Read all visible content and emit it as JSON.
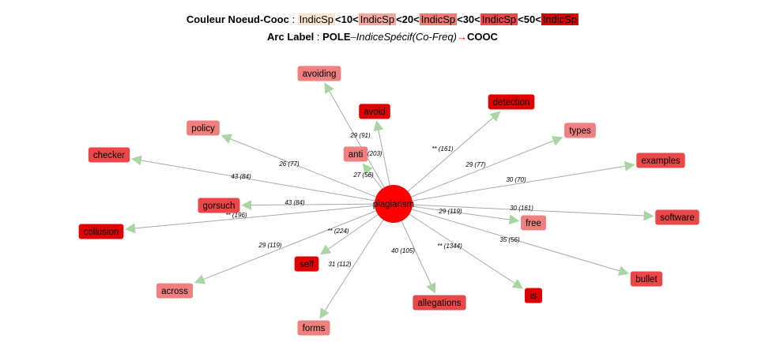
{
  "legend": {
    "line1": {
      "prefix": "Couleur Noeud-Cooc",
      "sep": " : ",
      "swatches": [
        {
          "label": "IndicSp",
          "color": "#fde6cf"
        },
        {
          "label": "IndicSp",
          "color": "#f4a9a0"
        },
        {
          "label": "IndicSp",
          "color": "#ee7c72"
        },
        {
          "label": "IndicSp",
          "color": "#ea4848"
        },
        {
          "label": "IndicSp",
          "color": "#e00000"
        }
      ],
      "thresholds": [
        "<10<",
        "<20<",
        "<30<",
        "<50<"
      ]
    },
    "line2": {
      "prefix": "Arc Label",
      "sep": " : ",
      "pole": "POLE",
      "dash": "–",
      "middle": "IndiceSpécif(Co-Freq)",
      "arrow": "→",
      "cooc": "COOC"
    }
  },
  "colors": {
    "edge": "#a9a9a9",
    "arrowhead": "#a8d5a2",
    "center": "#ff0000"
  },
  "center": {
    "label": "plagiarism"
  },
  "nodes": [
    {
      "id": "avoiding",
      "label": "avoiding",
      "color": "#f08080",
      "edge_label": "29 (91)"
    },
    {
      "id": "avoid",
      "label": "avoid",
      "color": "#e00000",
      "edge_label": "** (203)"
    },
    {
      "id": "anti",
      "label": "anti",
      "color": "#f08080",
      "edge_label": "27 (56)"
    },
    {
      "id": "detection",
      "label": "detection",
      "color": "#e00000",
      "edge_label": "** (161)"
    },
    {
      "id": "policy",
      "label": "policy",
      "color": "#f08080",
      "edge_label": "26 (77)"
    },
    {
      "id": "types",
      "label": "types",
      "color": "#f08080",
      "edge_label": "29 (77)"
    },
    {
      "id": "checker",
      "label": "checker",
      "color": "#ea4848",
      "edge_label": "43 (84)"
    },
    {
      "id": "examples",
      "label": "examples",
      "color": "#ea4848",
      "edge_label": "30 (70)"
    },
    {
      "id": "gorsuch",
      "label": "gorsuch",
      "color": "#ea4848",
      "edge_label": "43 (84)"
    },
    {
      "id": "collusion",
      "label": "collusion",
      "color": "#e00000",
      "edge_label": "** (196)"
    },
    {
      "id": "software",
      "label": "software",
      "color": "#ea4848",
      "edge_label": "30 (161)"
    },
    {
      "id": "free",
      "label": "free",
      "color": "#f08080",
      "edge_label": "29 (119)"
    },
    {
      "id": "self",
      "label": "self",
      "color": "#e00000",
      "edge_label": "** (224)"
    },
    {
      "id": "across",
      "label": "across",
      "color": "#f08080",
      "edge_label": "29 (119)"
    },
    {
      "id": "forms",
      "label": "forms",
      "color": "#f08080",
      "edge_label": "31 (112)"
    },
    {
      "id": "allegations",
      "label": "allegations",
      "color": "#ea4848",
      "edge_label": "40 (105)"
    },
    {
      "id": "is",
      "label": "is",
      "color": "#e00000",
      "edge_label": "** (1344)"
    },
    {
      "id": "bullet",
      "label": "bullet",
      "color": "#ea4848",
      "edge_label": "35 (56)"
    }
  ]
}
